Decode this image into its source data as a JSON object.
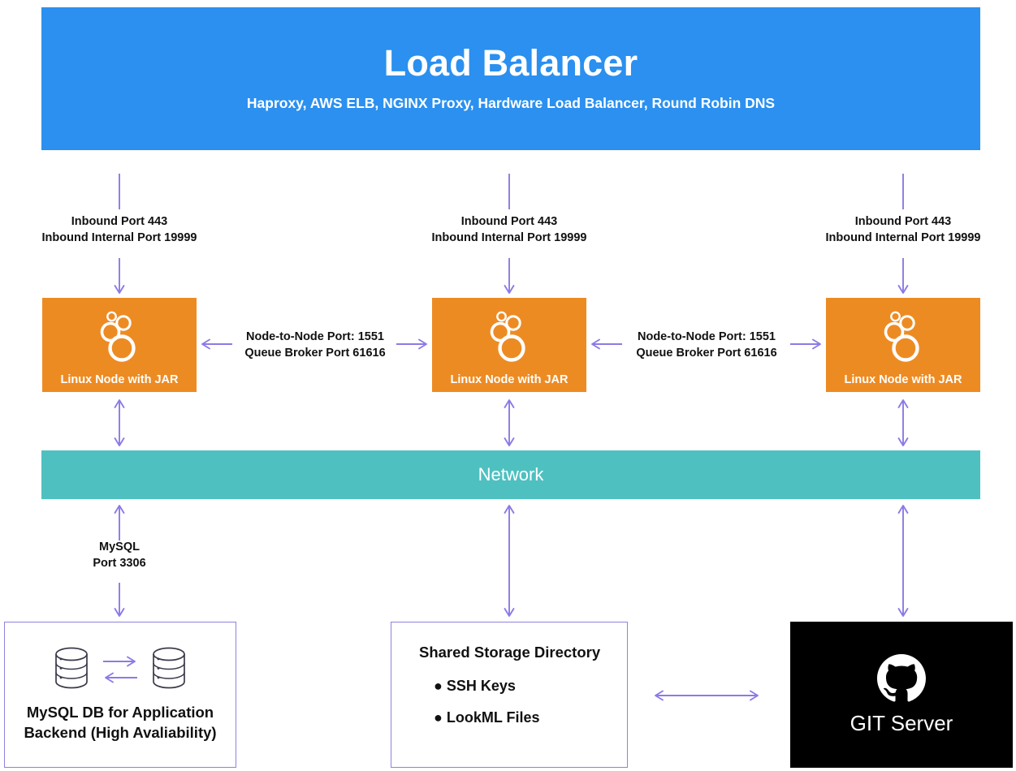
{
  "diagram": {
    "load_balancer": {
      "title": "Load Balancer",
      "subtitle": "Haproxy, AWS ELB, NGINX Proxy,\nHardware Load Balancer, Round Robin DNS",
      "color": "#2b90ef"
    },
    "inbound_labels": [
      "Inbound Port 443\nInbound Internal Port 19999",
      "Inbound Port 443\nInbound Internal Port 19999",
      "Inbound Port 443\nInbound Internal Port 19999"
    ],
    "nodes": [
      {
        "label": "Linux Node with JAR",
        "icon": "linux-node-bubbles-icon",
        "color": "#ed8b23"
      },
      {
        "label": "Linux Node with JAR",
        "icon": "linux-node-bubbles-icon",
        "color": "#ed8b23"
      },
      {
        "label": "Linux Node with JAR",
        "icon": "linux-node-bubbles-icon",
        "color": "#ed8b23"
      }
    ],
    "node_links": [
      "Node-to-Node Port: 1551\nQueue Broker Port 61616",
      "Node-to-Node Port: 1551\nQueue Broker Port 61616"
    ],
    "network": {
      "label": "Network",
      "color": "#4fc0c0"
    },
    "mysql_link": "MySQL\nPort 3306",
    "mysql_db": {
      "caption": "MySQL DB for Application\nBackend (High Avaliability)",
      "icon": "database-cylinder-icon",
      "border_color": "#8f82e0"
    },
    "shared_storage": {
      "title": "Shared Storage Directory",
      "items": [
        "● SSH Keys",
        "● LookML Files"
      ],
      "border_color": "#8f82e0"
    },
    "git_server": {
      "label": "GIT Server",
      "icon": "github-octocat-icon",
      "background": "#000000"
    },
    "arrow_color": "#8c7ae6"
  }
}
